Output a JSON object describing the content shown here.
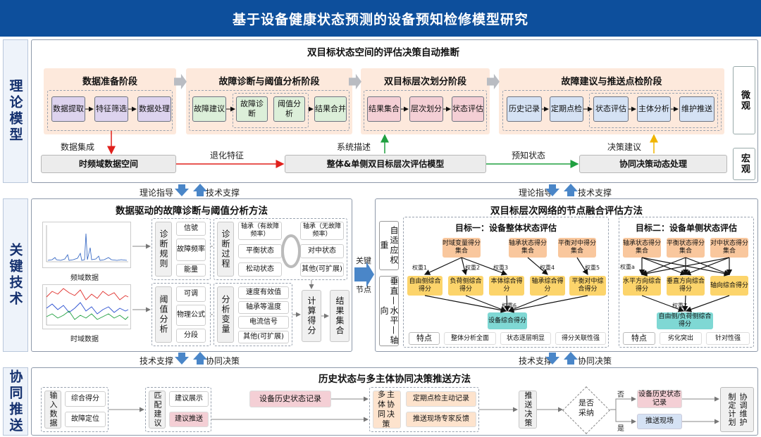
{
  "title": "基于设备健康状态预测的设备预知检修模型研究",
  "sections": {
    "theory": "理论模型",
    "key": "关键技术",
    "collab": "协同推送"
  },
  "p1": {
    "title": "双目标状态空间的评估决策自动推断",
    "stages": [
      {
        "title": "数据准备阶段",
        "items": [
          "数据提取",
          "特征筛选",
          "数据处理"
        ]
      },
      {
        "title": "故障诊断与阈值分析阶段",
        "items": [
          "故障建议",
          "故障诊断",
          "阈值分析",
          "结果合并"
        ]
      },
      {
        "title": "双目标层次划分阶段",
        "items": [
          "结果集合",
          "层次划分",
          "状态评估"
        ]
      },
      {
        "title": "故障建议与推送点检阶段",
        "items": [
          "历史记录",
          "定期点检",
          "状态评估",
          "主体分析",
          "维护推送"
        ]
      }
    ],
    "micro": "微观",
    "macro": "宏观",
    "bottom": [
      "时频域数据空间",
      "整体&单侧双目标层次评估模型",
      "协同决策动态处理"
    ],
    "labels": {
      "integrate": "数据集成",
      "degrade": "退化特征",
      "sysdesc": "系统描述",
      "predict": "预知状态",
      "decision": "决策建议"
    }
  },
  "mid": {
    "left": [
      "理论指导",
      "技术支撑"
    ],
    "right": [
      "理论指导",
      "技术支撑"
    ]
  },
  "p2": {
    "title": "数据驱动的故障诊断与阈值分析方法",
    "freq_caption": "频域数据",
    "time_caption": "时域数据",
    "diag_rules": "诊断规则",
    "diag_items": [
      "信號",
      "故障频率",
      "能量"
    ],
    "diag_proc": "诊断过程",
    "proc_items": [
      "轴承（有故障频率）",
      "轴承（无故障频率）",
      "平衡状态",
      "对中状态",
      "松动状态",
      "其他(可扩展)"
    ],
    "thr": "阈值分析",
    "thr_items": [
      "可调",
      "物理公式",
      "分段"
    ],
    "var": "分析变量",
    "var_items": [
      "速度有效值",
      "轴承等温度",
      "电流信号",
      "其他(可扩展)"
    ],
    "score": "计算得分",
    "result": "结果集合"
  },
  "link": {
    "top": "关键",
    "bottom": "节点"
  },
  "p3": {
    "title": "双目标层次网络的节点融合评估方法",
    "adaptive": "自适应权重",
    "vh": "垂直—水平—轴向",
    "g1": {
      "title": "目标一：设备整体状态评估",
      "top": [
        "时域变量得分集合",
        "轴承状态得分集合",
        "平衡对中得分集合"
      ],
      "mid": [
        "自由侧综合得分",
        "负荷侧综合得分",
        "本体综合得分",
        "轴承综合得分",
        "平衡对中综合得分"
      ],
      "weights": [
        "权重1",
        "权重2",
        "权重3",
        "权重4",
        "权重5",
        "权重6"
      ],
      "final": "设备综合得分",
      "feat": "特点",
      "feats": [
        "整体分析全面",
        "状态逐层明显",
        "得分关联性强"
      ]
    },
    "g2": {
      "title": "目标二：设备单侧状态评估",
      "top": [
        "轴承状态得分集合",
        "平衡状态得分集合",
        "对中状态得分集合"
      ],
      "mid": [
        "水平方向综合得分",
        "垂直方向综合得分",
        "轴向综合得分"
      ],
      "weights": [
        "权重a",
        "权重7"
      ],
      "final": "自由侧/负荷侧综合得分",
      "feat": "特点",
      "feats": [
        "劣化突出",
        "针对性强"
      ]
    }
  },
  "mid2": {
    "left": [
      "技术支撑",
      "协同决策"
    ],
    "right": [
      "技术支撑",
      "协同决策"
    ]
  },
  "p4": {
    "title": "历史状态与多主体协同决策推送方法",
    "input": "输入数据",
    "in_items": [
      "综合得分",
      "故障定位"
    ],
    "match": "匹配建议",
    "match_items": [
      "建议展示",
      "建议推送"
    ],
    "history": "设备历史状态记录",
    "multi": "多主体协同决策",
    "multi_items": [
      "定期点检主动记录",
      "推送现场专家反馈"
    ],
    "push": "推送决策",
    "adopt": "是否采纳",
    "no": "否",
    "yes": "是",
    "rec": "设备历史状态记录",
    "site": "推送现场",
    "plan": "制定计划",
    "coop": "协调维护"
  }
}
